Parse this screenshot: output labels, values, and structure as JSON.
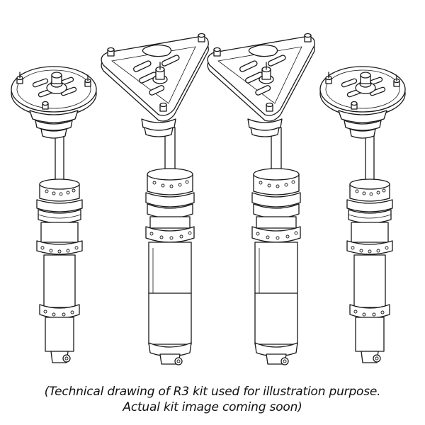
{
  "caption": {
    "line1": "(Technical drawing of R3 kit used for illustration purpose.",
    "line2": "Actual kit image coming soon)"
  },
  "assemblies": [
    {
      "name": "coilover-front-left",
      "mount": "round"
    },
    {
      "name": "coilover-rear-left",
      "mount": "triangle"
    },
    {
      "name": "coilover-rear-right",
      "mount": "triangle"
    },
    {
      "name": "coilover-front-right",
      "mount": "round"
    }
  ]
}
